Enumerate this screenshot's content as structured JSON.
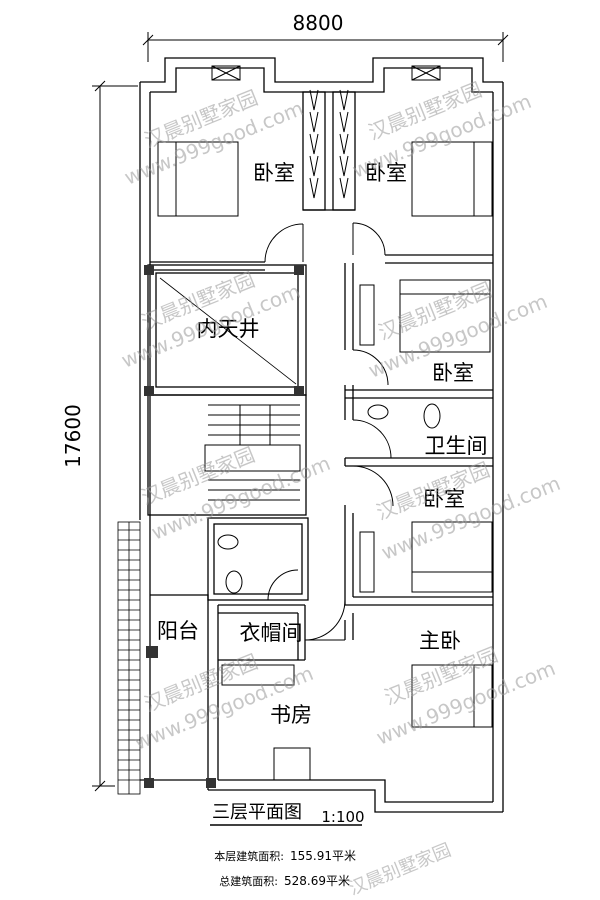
{
  "dimensions": {
    "width": "8800",
    "height": "17600"
  },
  "rooms": {
    "bedroom_nw": "卧室",
    "bedroom_ne": "卧室",
    "courtyard": "内天井",
    "bedroom_e1": "卧室",
    "bathroom": "卫生间",
    "bedroom_e2": "卧室",
    "balcony": "阳台",
    "cloakroom": "衣帽间",
    "master_bedroom": "主卧",
    "study": "书房"
  },
  "title_block": {
    "title": "三层平面图",
    "scale": "1:100",
    "floor_area_label": "本层建筑面积:",
    "floor_area_value": "155.91平米",
    "total_area_label": "总建筑面积:",
    "total_area_value": "528.69平米"
  },
  "watermark": {
    "brand": "汉晨别墅家园",
    "url": "www.999good.com"
  }
}
